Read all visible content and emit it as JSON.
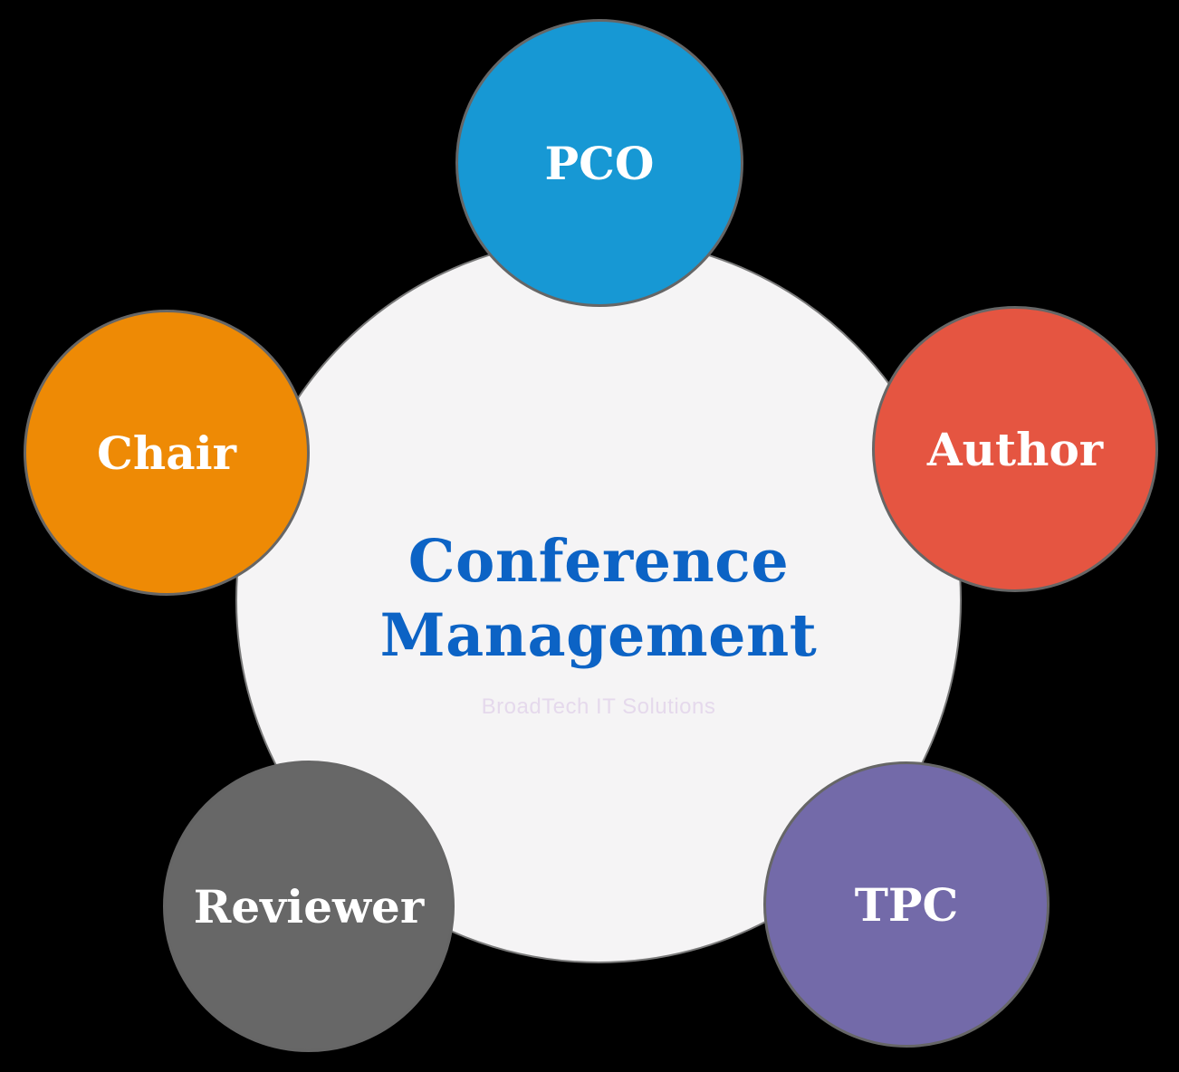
{
  "diagram": {
    "background_color": "#000000",
    "center": {
      "title_line1": "Conference",
      "title_line2": "Management",
      "title_color": "#0C63C5",
      "watermark": "BroadTech IT Solutions",
      "watermark_color": "#E5D9EC",
      "fill": "#F5F4F5",
      "border_color": "#7A7A7A"
    },
    "label_color": "#FFFFFF",
    "node_border_color": "#666666",
    "nodes": {
      "pco": {
        "label": "PCO",
        "fill": "#1798D4",
        "position": "top"
      },
      "author": {
        "label": "Author",
        "fill": "#E55541",
        "position": "upper-right"
      },
      "tpc": {
        "label": "TPC",
        "fill": "#736AA9",
        "position": "lower-right"
      },
      "reviewer": {
        "label": "Reviewer",
        "fill": "#676767",
        "position": "lower-left"
      },
      "chair": {
        "label": "Chair",
        "fill": "#EE8A05",
        "position": "upper-left"
      }
    }
  }
}
